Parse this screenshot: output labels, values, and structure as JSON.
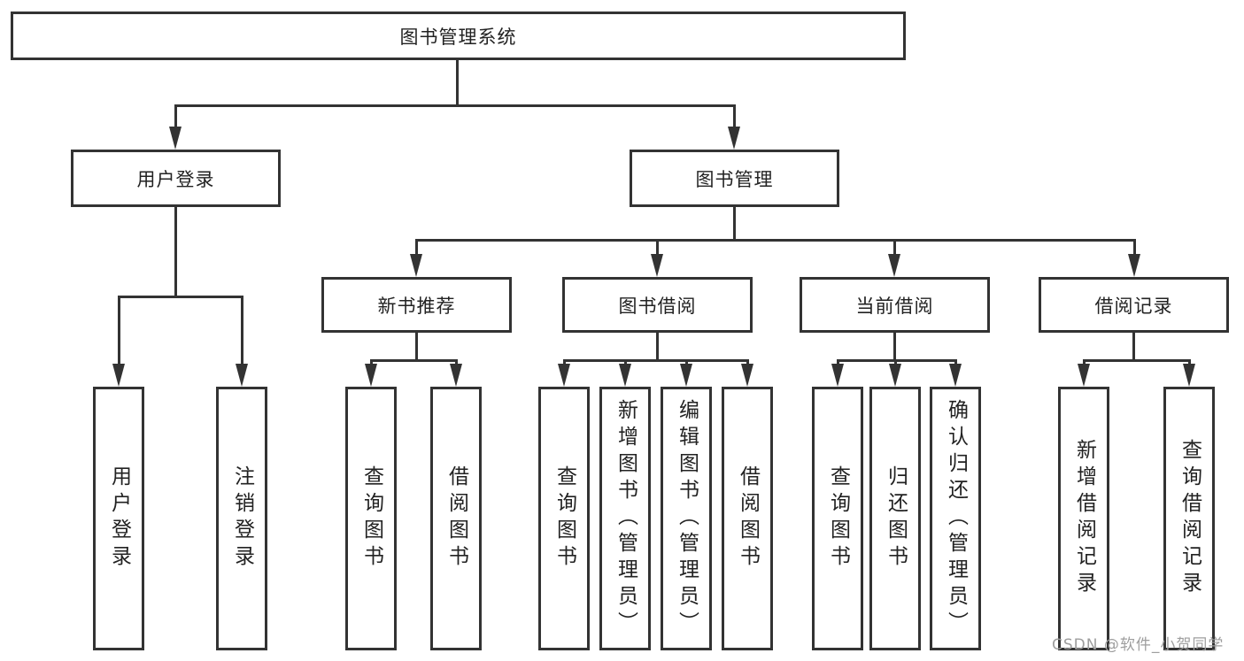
{
  "diagram": {
    "title": "图书管理系统",
    "level2": [
      {
        "label": "用户登录"
      },
      {
        "label": "图书管理"
      }
    ],
    "level3": [
      {
        "label": "新书推荐"
      },
      {
        "label": "图书借阅"
      },
      {
        "label": "当前借阅"
      },
      {
        "label": "借阅记录"
      }
    ],
    "leaves": {
      "login": [
        "用户登录",
        "注销登录"
      ],
      "recommend": [
        "查询图书",
        "借阅图书"
      ],
      "borrow": [
        "查询图书",
        "新增图书（管理员）",
        "编辑图书（管理员）",
        "借阅图书"
      ],
      "current": [
        "查询图书",
        "归还图书",
        "确认归还（管理员）"
      ],
      "records": [
        "新增借阅记录",
        "查询借阅记录"
      ]
    }
  },
  "watermark": {
    "text": "CSDN @软件_小贺同学"
  },
  "colors": {
    "line": "#333333",
    "text": "#222222",
    "watermark": "#9e9e9e",
    "background": "#ffffff"
  }
}
